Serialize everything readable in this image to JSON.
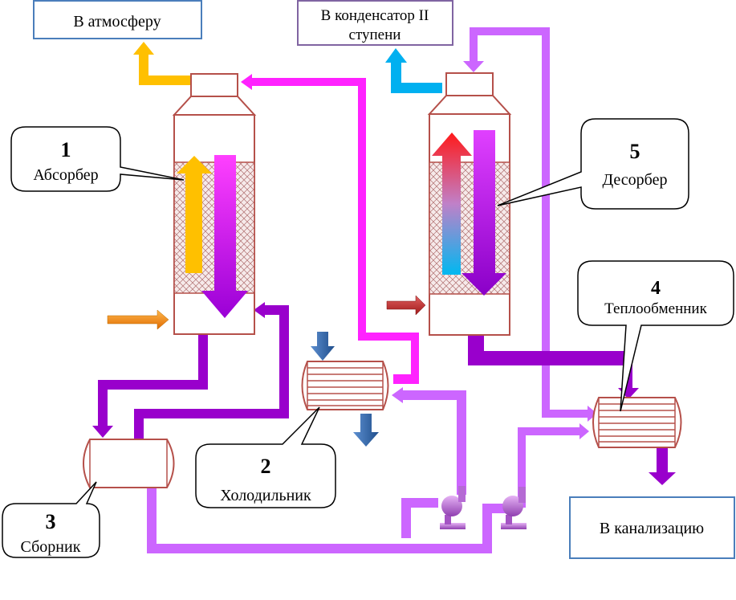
{
  "labels": {
    "atmosphere": "В атмосферу",
    "condenser_line1": "В конденсатор II",
    "condenser_line2": "ступени",
    "sewer": "В канализацию"
  },
  "callouts": {
    "absorber_num": "1",
    "absorber_name": "Абсорбер",
    "cooler_num": "2",
    "cooler_name": "Холодильник",
    "collector_num": "3",
    "collector_name": "Сборник",
    "heat_exchanger_num": "4",
    "heat_exchanger_name": "Теплообменник",
    "desorber_num": "5",
    "desorber_name": "Десорбер"
  },
  "colors": {
    "vessel_outline": "#b5504a",
    "magenta_line": "#ff22ff",
    "violet_line": "#9900cc",
    "lilac_line": "#cc66ff",
    "orange_flow": "#ffc000",
    "blue_flow": "#00b0f0",
    "label_box_blue": "#4a7ebb",
    "label_box_purple": "#8064a2"
  }
}
